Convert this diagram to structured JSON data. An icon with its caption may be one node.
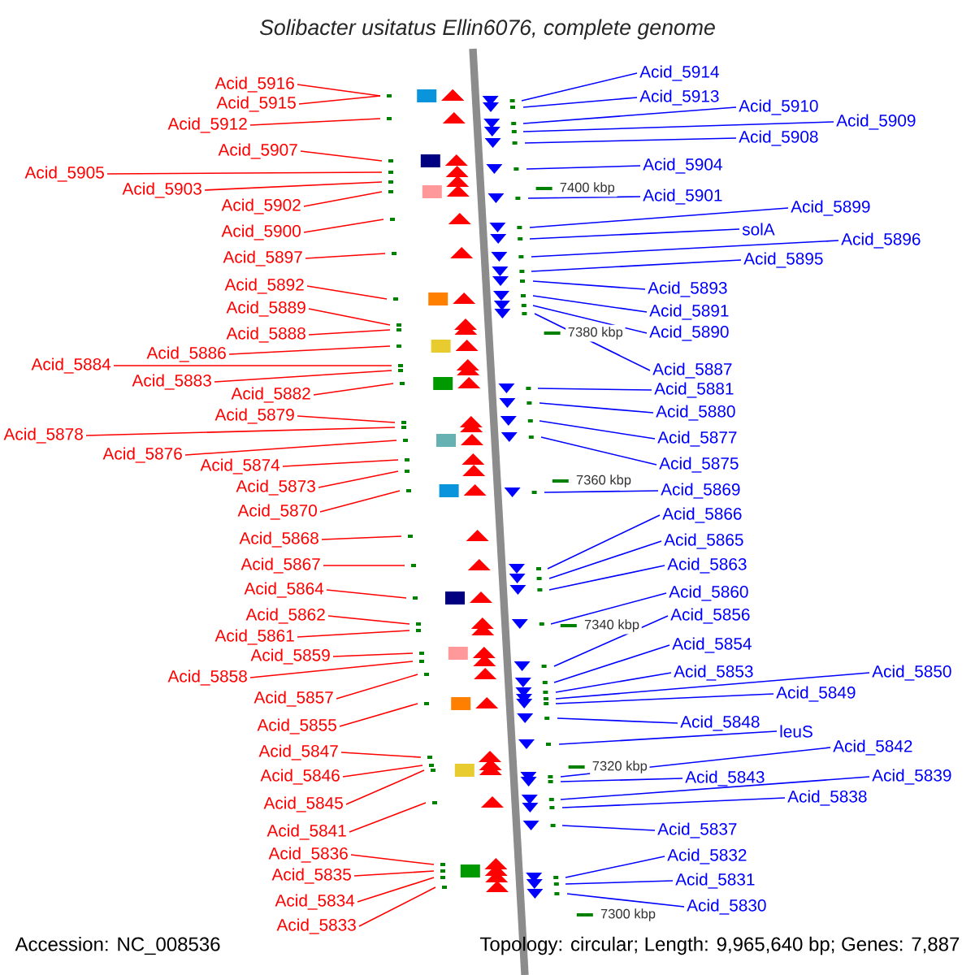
{
  "diagram": {
    "title": "Solibacter usitatus Ellin6076, complete genome",
    "nodes": [
      {
        "text": [
          "Acid_5916"
        ]
      },
      {
        "text": [
          "Acid_5915"
        ]
      },
      {
        "text": [
          "Acid_5912"
        ]
      },
      {
        "text": [
          "Acid_5907"
        ]
      },
      {
        "text": [
          "Acid_5905"
        ]
      },
      {
        "text": [
          "Acid_5903"
        ]
      },
      {
        "text": [
          "Acid_5902"
        ]
      },
      {
        "text": [
          "Acid_5900"
        ]
      },
      {
        "text": [
          "Acid_5897"
        ]
      },
      {
        "text": [
          "Acid_5892"
        ]
      },
      {
        "text": [
          "Acid_5889"
        ]
      },
      {
        "text": [
          "Acid_5888"
        ]
      },
      {
        "text": [
          "Acid_5886"
        ]
      },
      {
        "text": [
          "Acid_5884"
        ]
      },
      {
        "text": [
          "Acid_5883"
        ]
      },
      {
        "text": [
          "Acid_5882"
        ]
      },
      {
        "text": [
          "Acid_5879"
        ]
      },
      {
        "text": [
          "Acid_5878"
        ]
      },
      {
        "text": [
          "Acid_5876"
        ]
      },
      {
        "text": [
          "Acid_5874"
        ]
      },
      {
        "text": [
          "Acid_5873"
        ]
      },
      {
        "text": [
          "Acid_5870"
        ]
      },
      {
        "text": [
          "Acid_5868"
        ]
      },
      {
        "text": [
          "Acid_5867"
        ]
      },
      {
        "text": [
          "Acid_5864"
        ]
      },
      {
        "text": [
          "Acid_5862"
        ]
      },
      {
        "text": [
          "Acid_5861"
        ]
      },
      {
        "text": [
          "Acid_5859"
        ]
      },
      {
        "text": [
          "Acid_5858"
        ]
      },
      {
        "text": [
          "Acid_5857"
        ]
      },
      {
        "text": [
          "Acid_5855"
        ]
      },
      {
        "text": [
          "Acid_5847"
        ]
      },
      {
        "text": [
          "Acid_5846"
        ]
      },
      {
        "text": [
          "Acid_5845"
        ]
      },
      {
        "text": [
          "Acid_5841"
        ]
      },
      {
        "text": [
          "Acid_5836"
        ]
      },
      {
        "text": [
          "Acid_5835"
        ]
      },
      {
        "text": [
          "Acid_5834"
        ]
      },
      {
        "text": [
          "Acid_5833"
        ]
      },
      {
        "text": [
          "Acid_5914"
        ]
      },
      {
        "text": [
          "Acid_5913"
        ]
      },
      {
        "text": [
          "Acid_5910"
        ]
      },
      {
        "text": [
          "Acid_5909"
        ]
      },
      {
        "text": [
          "Acid_5908"
        ]
      },
      {
        "text": [
          "Acid_5904"
        ]
      },
      {
        "text": [
          "Acid_5901"
        ]
      },
      {
        "text": [
          "Acid_5899"
        ]
      },
      {
        "text": [
          "solA"
        ]
      },
      {
        "text": [
          "Acid_5896"
        ]
      },
      {
        "text": [
          "Acid_5895"
        ]
      },
      {
        "text": [
          "Acid_5893"
        ]
      },
      {
        "text": [
          "Acid_5891"
        ]
      },
      {
        "text": [
          "Acid_5890"
        ]
      },
      {
        "text": [
          "Acid_5887"
        ]
      },
      {
        "text": [
          "Acid_5881"
        ]
      },
      {
        "text": [
          "Acid_5880"
        ]
      },
      {
        "text": [
          "Acid_5877"
        ]
      },
      {
        "text": [
          "Acid_5875"
        ]
      },
      {
        "text": [
          "Acid_5869"
        ]
      },
      {
        "text": [
          "Acid_5866"
        ]
      },
      {
        "text": [
          "Acid_5865"
        ]
      },
      {
        "text": [
          "Acid_5863"
        ]
      },
      {
        "text": [
          "Acid_5860"
        ]
      },
      {
        "text": [
          "Acid_5856"
        ]
      },
      {
        "text": [
          "Acid_5854"
        ]
      },
      {
        "text": [
          "Acid_5853"
        ]
      },
      {
        "text": [
          "Acid_5850"
        ]
      },
      {
        "text": [
          "Acid_5849"
        ]
      },
      {
        "text": [
          "Acid_5848"
        ]
      },
      {
        "text": [
          "leuS"
        ]
      },
      {
        "text": [
          "Acid_5843"
        ]
      },
      {
        "text": [
          "Acid_5842"
        ]
      },
      {
        "text": [
          "Acid_5839"
        ]
      },
      {
        "text": [
          "Acid_5838"
        ]
      },
      {
        "text": [
          "Acid_5837"
        ]
      },
      {
        "text": [
          "Acid_5832"
        ]
      },
      {
        "text": [
          "Acid_5831"
        ]
      },
      {
        "text": [
          "Acid_5830"
        ]
      }
    ],
    "edges": [
      {
        "from": 0,
        "to": null,
        "arrow": "none",
        "color": "#ff0000"
      },
      {
        "from": 1,
        "to": null,
        "arrow": "none",
        "color": "#ff0000"
      },
      {
        "from": 2,
        "to": null,
        "arrow": "none",
        "color": "#ff0000"
      },
      {
        "from": 3,
        "to": null,
        "arrow": "none",
        "color": "#ff0000"
      },
      {
        "from": 4,
        "to": null,
        "arrow": "none",
        "color": "#ff0000"
      },
      {
        "from": 5,
        "to": null,
        "arrow": "none",
        "color": "#ff0000"
      },
      {
        "from": 6,
        "to": null,
        "arrow": "none",
        "color": "#ff0000"
      },
      {
        "from": 7,
        "to": null,
        "arrow": "none",
        "color": "#ff0000"
      },
      {
        "from": 8,
        "to": null,
        "arrow": "none",
        "color": "#ff0000"
      },
      {
        "from": 9,
        "to": null,
        "arrow": "none",
        "color": "#ff0000"
      },
      {
        "from": 10,
        "to": null,
        "arrow": "none",
        "color": "#ff0000"
      },
      {
        "from": 11,
        "to": null,
        "arrow": "none",
        "color": "#ff0000"
      },
      {
        "from": 12,
        "to": null,
        "arrow": "none",
        "color": "#ff0000"
      },
      {
        "from": 13,
        "to": null,
        "arrow": "none",
        "color": "#ff0000"
      },
      {
        "from": 14,
        "to": null,
        "arrow": "none",
        "color": "#ff0000"
      },
      {
        "from": 15,
        "to": null,
        "arrow": "none",
        "color": "#ff0000"
      },
      {
        "from": 16,
        "to": null,
        "arrow": "none",
        "color": "#ff0000"
      },
      {
        "from": 17,
        "to": null,
        "arrow": "none",
        "color": "#ff0000"
      },
      {
        "from": 18,
        "to": null,
        "arrow": "none",
        "color": "#ff0000"
      },
      {
        "from": 19,
        "to": null,
        "arrow": "none",
        "color": "#ff0000"
      },
      {
        "from": 20,
        "to": null,
        "arrow": "none",
        "color": "#ff0000"
      },
      {
        "from": 21,
        "to": null,
        "arrow": "none",
        "color": "#ff0000"
      },
      {
        "from": 22,
        "to": null,
        "arrow": "none",
        "color": "#ff0000"
      },
      {
        "from": 23,
        "to": null,
        "arrow": "none",
        "color": "#ff0000"
      },
      {
        "from": 24,
        "to": null,
        "arrow": "none",
        "color": "#ff0000"
      },
      {
        "from": 25,
        "to": null,
        "arrow": "none",
        "color": "#ff0000"
      },
      {
        "from": 26,
        "to": null,
        "arrow": "none",
        "color": "#ff0000"
      },
      {
        "from": 27,
        "to": null,
        "arrow": "none",
        "color": "#ff0000"
      },
      {
        "from": 28,
        "to": null,
        "arrow": "none",
        "color": "#ff0000"
      },
      {
        "from": 29,
        "to": null,
        "arrow": "none",
        "color": "#ff0000"
      },
      {
        "from": 30,
        "to": null,
        "arrow": "none",
        "color": "#ff0000"
      },
      {
        "from": 31,
        "to": null,
        "arrow": "none",
        "color": "#ff0000"
      },
      {
        "from": 32,
        "to": null,
        "arrow": "none",
        "color": "#ff0000"
      },
      {
        "from": 33,
        "to": null,
        "arrow": "none",
        "color": "#ff0000"
      },
      {
        "from": 34,
        "to": null,
        "arrow": "none",
        "color": "#ff0000"
      },
      {
        "from": 35,
        "to": null,
        "arrow": "none",
        "color": "#ff0000"
      },
      {
        "from": 36,
        "to": null,
        "arrow": "none",
        "color": "#ff0000"
      },
      {
        "from": 37,
        "to": null,
        "arrow": "none",
        "color": "#ff0000"
      },
      {
        "from": 38,
        "to": null,
        "arrow": "none",
        "color": "#ff0000"
      },
      {
        "from": 39,
        "to": null,
        "arrow": "none",
        "color": "#0000ff"
      },
      {
        "from": 40,
        "to": null,
        "arrow": "none",
        "color": "#0000ff"
      },
      {
        "from": 41,
        "to": null,
        "arrow": "none",
        "color": "#0000ff"
      },
      {
        "from": 42,
        "to": null,
        "arrow": "none",
        "color": "#0000ff"
      },
      {
        "from": 43,
        "to": null,
        "arrow": "none",
        "color": "#0000ff"
      },
      {
        "from": 44,
        "to": null,
        "arrow": "none",
        "color": "#0000ff"
      },
      {
        "from": 45,
        "to": null,
        "arrow": "none",
        "color": "#0000ff"
      },
      {
        "from": 46,
        "to": null,
        "arrow": "none",
        "color": "#0000ff"
      },
      {
        "from": 47,
        "to": null,
        "arrow": "none",
        "color": "#0000ff"
      },
      {
        "from": 48,
        "to": null,
        "arrow": "none",
        "color": "#0000ff"
      },
      {
        "from": 49,
        "to": null,
        "arrow": "none",
        "color": "#0000ff"
      },
      {
        "from": 50,
        "to": null,
        "arrow": "none",
        "color": "#0000ff"
      },
      {
        "from": 51,
        "to": null,
        "arrow": "none",
        "color": "#0000ff"
      },
      {
        "from": 52,
        "to": null,
        "arrow": "none",
        "color": "#0000ff"
      },
      {
        "from": 53,
        "to": null,
        "arrow": "none",
        "color": "#0000ff"
      },
      {
        "from": 54,
        "to": null,
        "arrow": "none",
        "color": "#0000ff"
      },
      {
        "from": 55,
        "to": null,
        "arrow": "none",
        "color": "#0000ff"
      },
      {
        "from": 56,
        "to": null,
        "arrow": "none",
        "color": "#0000ff"
      },
      {
        "from": 57,
        "to": null,
        "arrow": "none",
        "color": "#0000ff"
      },
      {
        "from": 58,
        "to": null,
        "arrow": "none",
        "color": "#0000ff"
      },
      {
        "from": 59,
        "to": null,
        "arrow": "none",
        "color": "#0000ff"
      },
      {
        "from": 60,
        "to": null,
        "arrow": "none",
        "color": "#0000ff"
      },
      {
        "from": 61,
        "to": null,
        "arrow": "none",
        "color": "#0000ff"
      },
      {
        "from": 62,
        "to": null,
        "arrow": "none",
        "color": "#0000ff"
      },
      {
        "from": 63,
        "to": null,
        "arrow": "none",
        "color": "#0000ff"
      },
      {
        "from": 64,
        "to": null,
        "arrow": "none",
        "color": "#0000ff"
      },
      {
        "from": 65,
        "to": null,
        "arrow": "none",
        "color": "#0000ff"
      },
      {
        "from": 66,
        "to": null,
        "arrow": "none",
        "color": "#0000ff"
      },
      {
        "from": 67,
        "to": null,
        "arrow": "none",
        "color": "#0000ff"
      },
      {
        "from": 68,
        "to": null,
        "arrow": "none",
        "color": "#0000ff"
      },
      {
        "from": 69,
        "to": null,
        "arrow": "none",
        "color": "#0000ff"
      },
      {
        "from": 70,
        "to": null,
        "arrow": "none",
        "color": "#0000ff"
      },
      {
        "from": 71,
        "to": null,
        "arrow": "none",
        "color": "#0000ff"
      },
      {
        "from": 72,
        "to": null,
        "arrow": "none",
        "color": "#0000ff"
      },
      {
        "from": 73,
        "to": null,
        "arrow": "none",
        "color": "#0000ff"
      },
      {
        "from": 74,
        "to": null,
        "arrow": "none",
        "color": "#0000ff"
      },
      {
        "from": 75,
        "to": null,
        "arrow": "none",
        "color": "#0000ff"
      },
      {
        "from": 76,
        "to": null,
        "arrow": "none",
        "color": "#0000ff"
      },
      {
        "from": 77,
        "to": null,
        "arrow": "none",
        "color": "#0000ff"
      }
    ],
    "labels": [
      "7400 kbp",
      "7380 kbp",
      "7360 kbp",
      "7340 kbp",
      "7320 kbp",
      "7300 kbp",
      "Accession: NC_008536",
      "Topology: circular; Length: 9,965,640 bp; Genes: 7,887"
    ]
  }
}
